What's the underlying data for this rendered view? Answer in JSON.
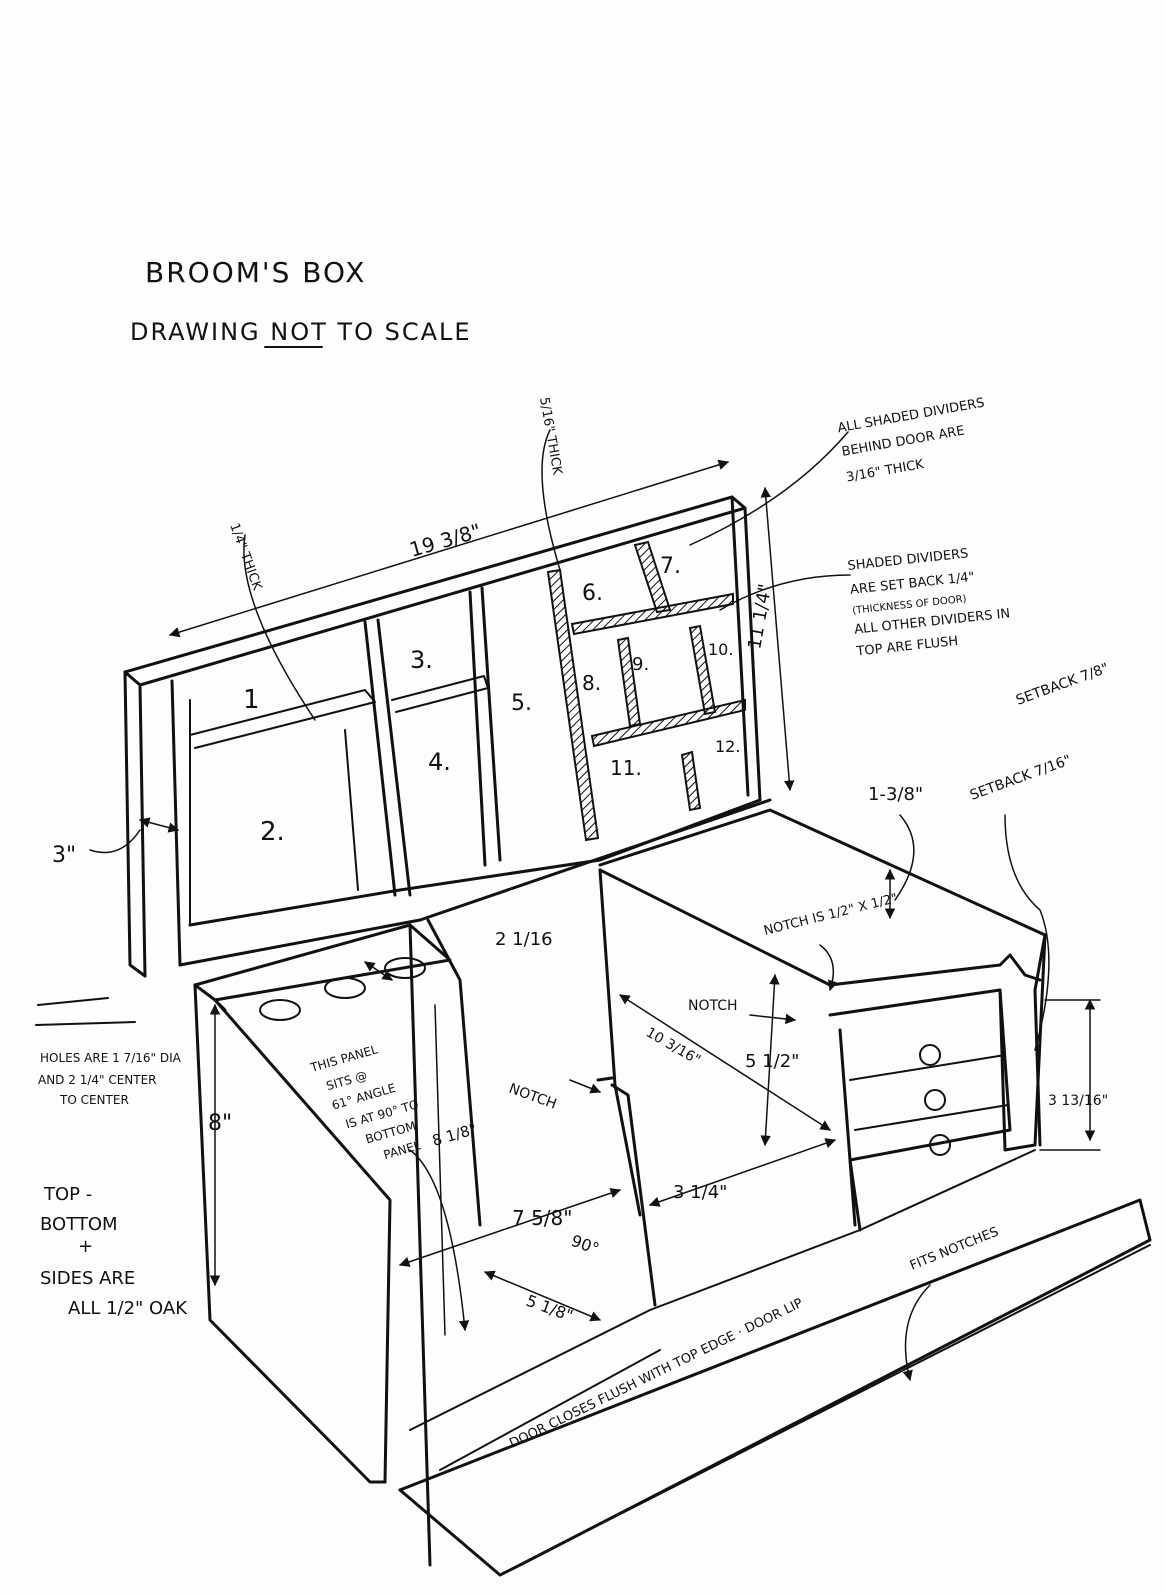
{
  "title": "BROOM'S BOX",
  "subtitle": "DRAWING NOT TO SCALE",
  "subtitle_parts": {
    "before": "DRAWING ",
    "emph": "NOT",
    "after": " TO SCALE"
  },
  "compartments": [
    "1",
    "2.",
    "3.",
    "4.",
    "5.",
    "6.",
    "7.",
    "8.",
    "9.",
    "10.",
    "11.",
    "12."
  ],
  "dimensions": {
    "width_top": "19 3/8\"",
    "thick_quarter": "1/4\" THICK",
    "thick_5_16": "5/16\" THICK",
    "height_right": "11 1/4\"",
    "depth_3": "3\"",
    "height_1_3_8": "1-3/8\"",
    "setback_7_8": "SETBACK 7/8\"",
    "setback_7_16": "SETBACK 7/16\"",
    "gap_2_1_16": "2 1/16",
    "notch_label_1": "NOTCH",
    "notch_size": "NOTCH IS 1/2\" X 1/2\"",
    "d_10_3_16": "10 3/16\"",
    "d_5_1_2": "5 1/2\"",
    "d_3_13_16": "3 13/16\"",
    "notch_label_2": "NOTCH",
    "d_8": "8\"",
    "d_8_1_8": "8 1/8\"",
    "d_7_5_8": "7 5/8\"",
    "d_3_1_4": "3 1/4\"",
    "angle_90": "90°",
    "d_5_1_8": "5 1/8\""
  },
  "notes": {
    "shaded_thickness": [
      "ALL SHADED DIVIDERS",
      "BEHIND DOOR ARE",
      "3/16\" THICK"
    ],
    "shaded_setback": [
      "SHADED DIVIDERS",
      "ARE SET BACK 1/4\"",
      "(THICKNESS OF DOOR)",
      "ALL OTHER DIVIDERS IN",
      "TOP ARE FLUSH"
    ],
    "holes": [
      "HOLES ARE 1 7/16\" DIA",
      "AND 2 1/4\" CENTER",
      "TO CENTER"
    ],
    "panel": [
      "THIS PANEL",
      "SITS @",
      "61° ANGLE",
      "IS AT 90° TO",
      "BOTTOM",
      "PANEL"
    ],
    "material": [
      "TOP -",
      "BOTTOM",
      "+",
      "SIDES ARE",
      "ALL 1/2\" OAK"
    ],
    "door": "DOOR CLOSES FLUSH WITH TOP EDGE · DOOR LIP",
    "fits_notches": "FITS NOTCHES"
  }
}
